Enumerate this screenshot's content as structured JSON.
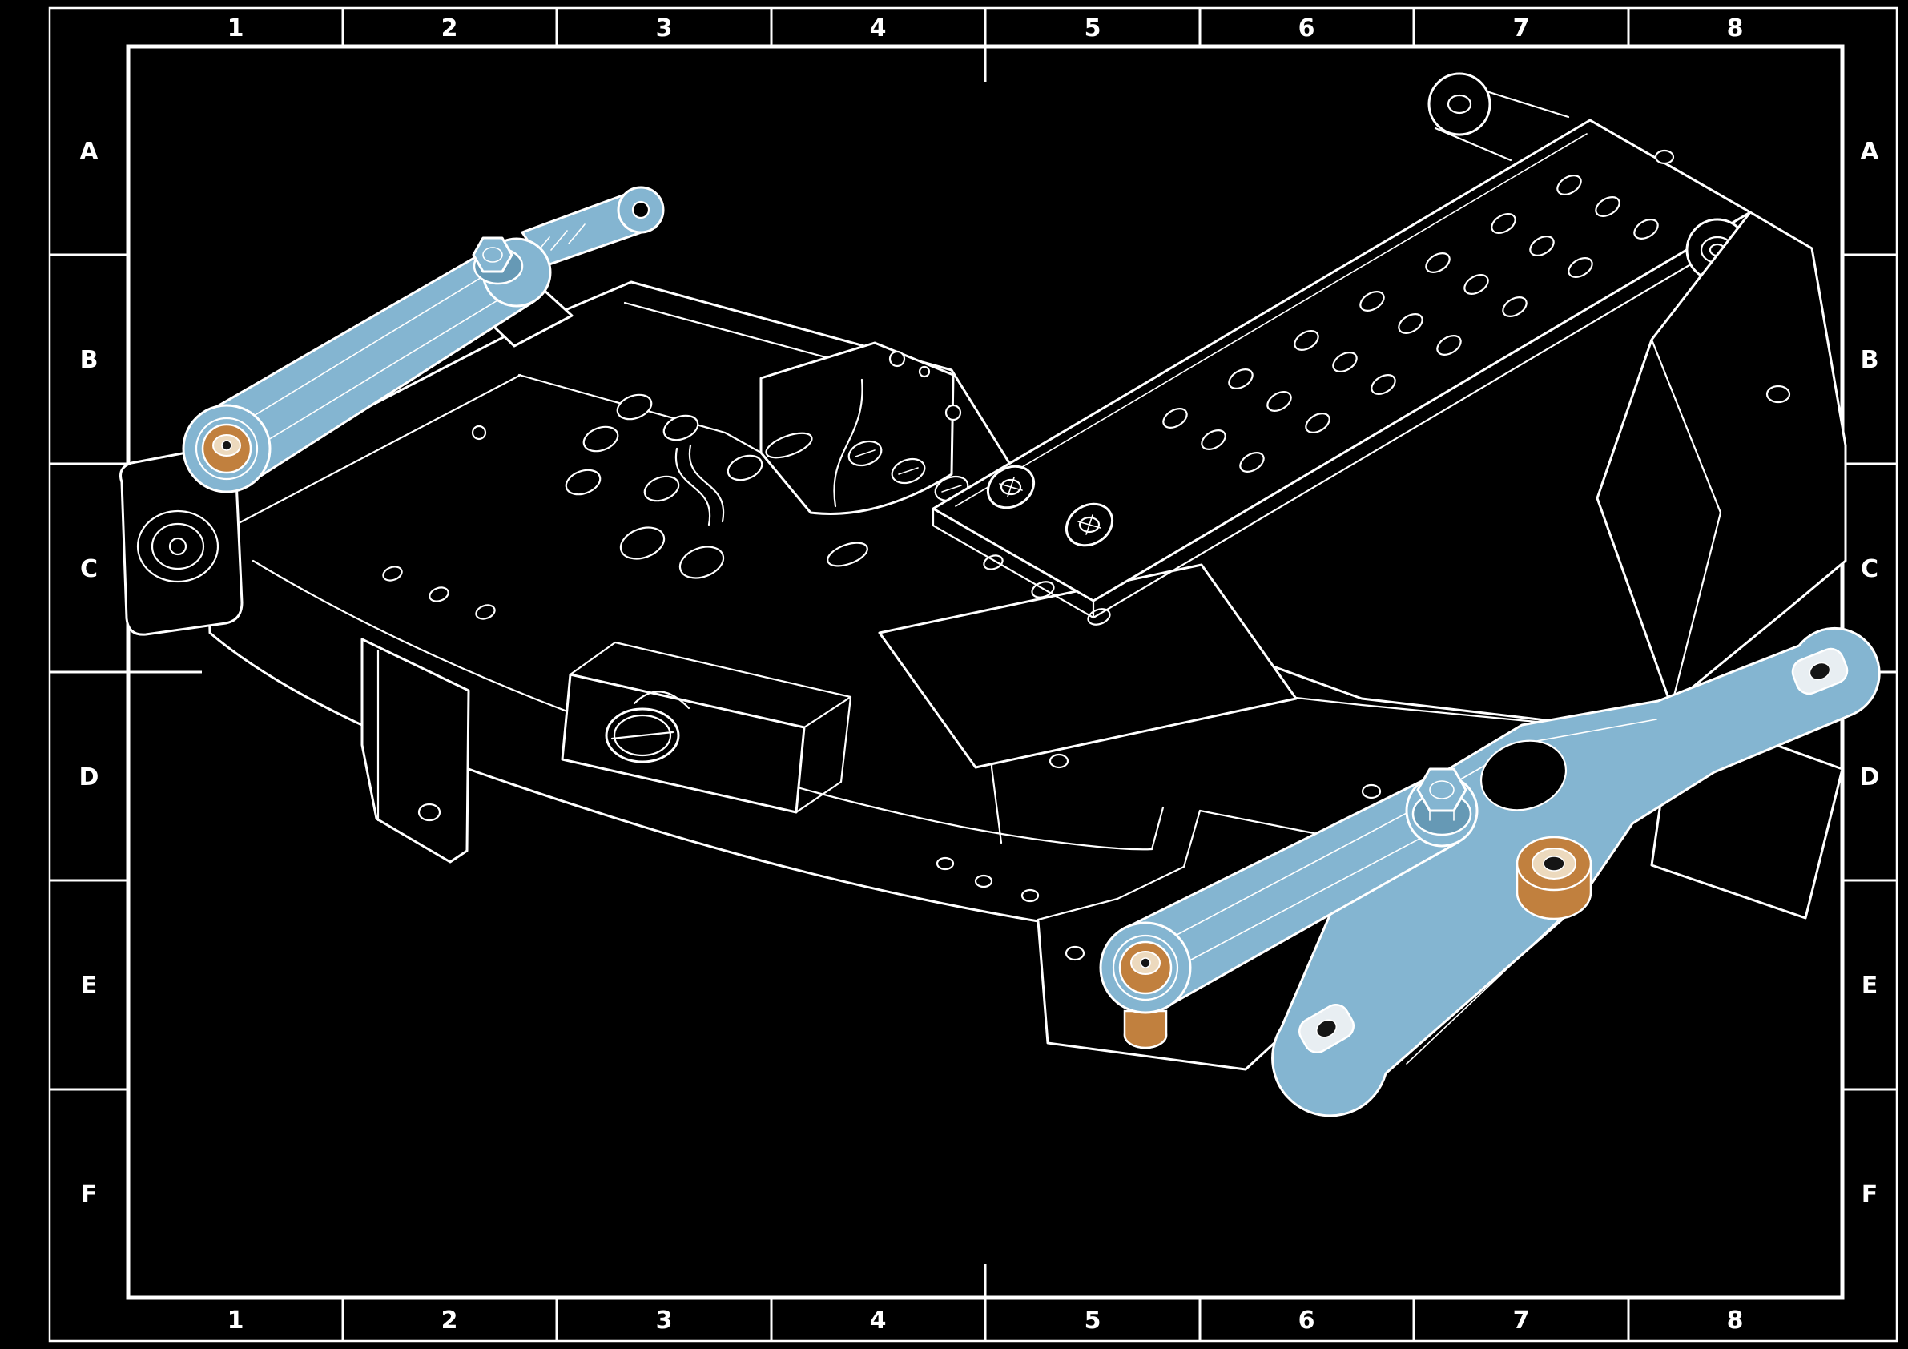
{
  "page": {
    "background_color": "#000000"
  },
  "frame": {
    "line_color": "#ffffff",
    "columns": [
      "1",
      "2",
      "3",
      "4",
      "5",
      "6",
      "7",
      "8"
    ],
    "rows": [
      "A",
      "B",
      "C",
      "D",
      "E",
      "F"
    ]
  },
  "assembly": {
    "line_color": "#ffffff",
    "body_fill_color": "#000000",
    "highlight_color": "#84b5d1",
    "highlight_shadow_color": "#6699b5",
    "bushing_color": "#c1803e",
    "bushing_shadow_color": "#8e5a25",
    "bushing_face_color": "#ecd9bd",
    "standoff_color": "#e8eef2"
  }
}
